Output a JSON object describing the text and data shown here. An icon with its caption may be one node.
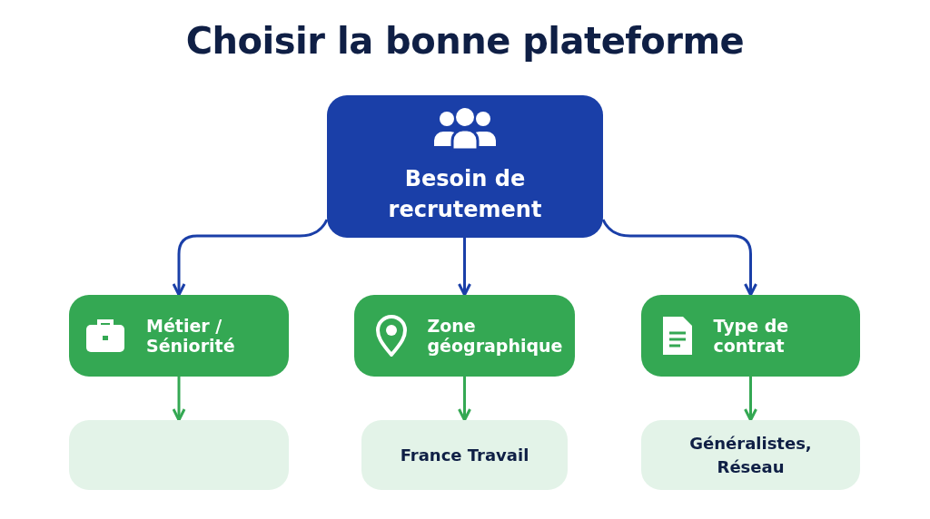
{
  "diagram": {
    "title": "Choisir la bonne plateforme",
    "nodes": [
      {
        "text": [
          "Besoin de recrutement"
        ]
      },
      {
        "text": [
          "Métier / Séniorité"
        ]
      },
      {
        "text": [
          "Zone géographique"
        ]
      },
      {
        "text": [
          "Type de contrat"
        ]
      },
      {
        "text": [],
        "shape": "box"
      },
      {
        "text": [
          "France Travail"
        ]
      },
      {
        "text": [
          "Généralistes, Réseau"
        ]
      }
    ],
    "edges": [
      {
        "from": 0,
        "to": 1,
        "arrow": "to"
      },
      {
        "from": 0,
        "to": 2,
        "arrow": "to"
      },
      {
        "from": 0,
        "to": 3,
        "arrow": "to"
      },
      {
        "from": 1,
        "to": 4,
        "arrow": "to",
        "color": "#34a853"
      },
      {
        "from": 2,
        "to": 5,
        "arrow": "to",
        "color": "#34a853"
      },
      {
        "from": 3,
        "to": 6,
        "arrow": "to",
        "color": "#34a853"
      }
    ]
  }
}
